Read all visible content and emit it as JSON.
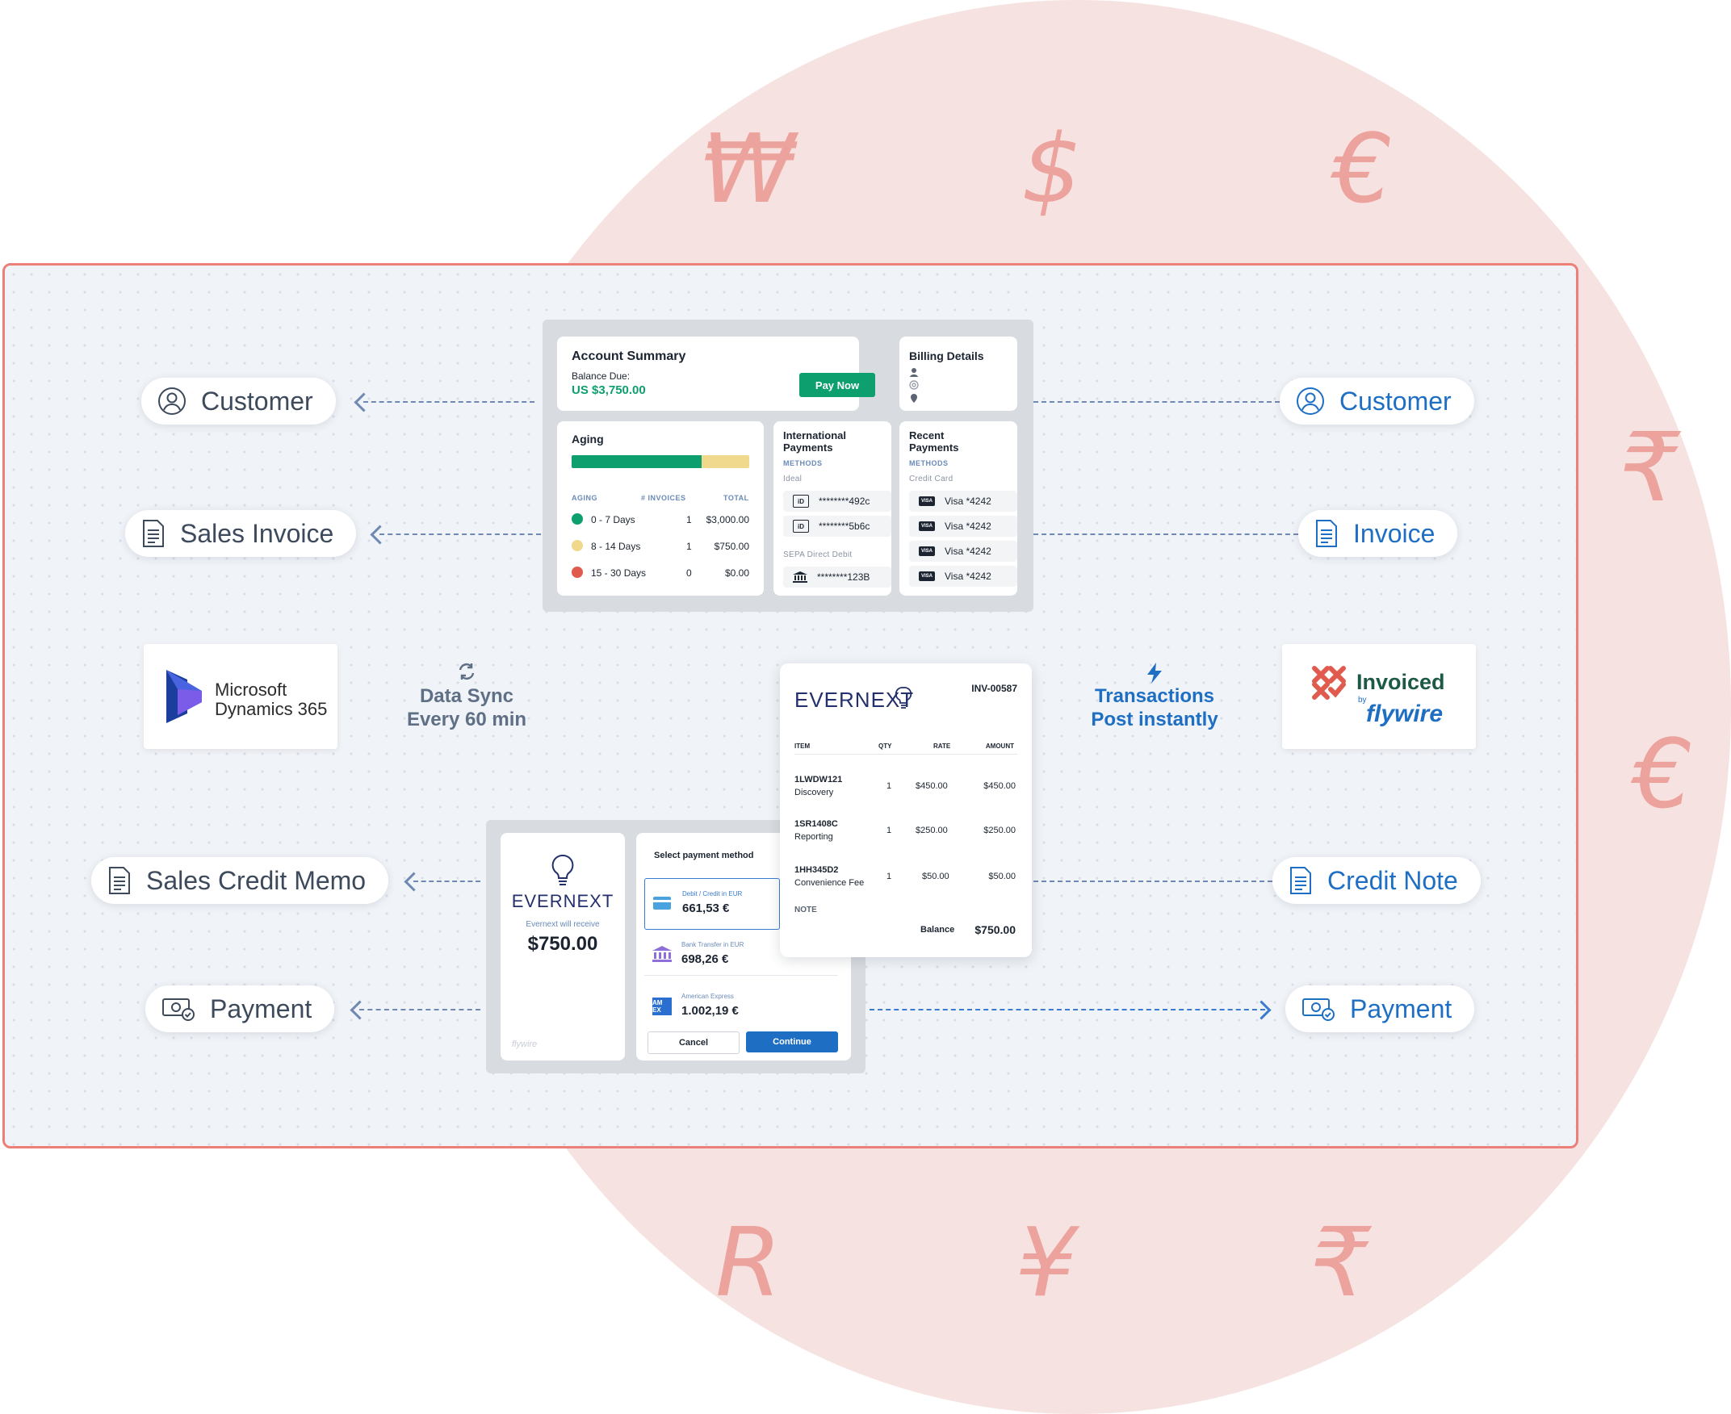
{
  "currencies": {
    "top": [
      "₩",
      "$",
      "€"
    ],
    "right": [
      "₹",
      "€"
    ],
    "bottom": [
      "R",
      "¥",
      "₹"
    ]
  },
  "left_items": [
    "Customer",
    "Sales Invoice",
    "Sales Credit Memo",
    "Payment"
  ],
  "right_items": [
    "Customer",
    "Invoice",
    "Credit Note",
    "Payment"
  ],
  "icons": {
    "customer": "user-circle-icon",
    "invoice": "document-icon",
    "payment": "money-icon"
  },
  "left_logo": {
    "line1": "Microsoft",
    "line2": "Dynamics 365"
  },
  "right_logo": {
    "brand": "Invoiced",
    "by": "by",
    "partner": "flywire"
  },
  "sync": {
    "line1": "Data Sync",
    "line2": "Every 60 min"
  },
  "transactions": {
    "line1": "Transactions",
    "line2": "Post instantly"
  },
  "colors": {
    "accent_blue": "#1e6fc4",
    "accent_green": "#0e9f6e",
    "accent_red": "#ec8078",
    "circle": "#f6e2e0"
  },
  "account_summary": {
    "title": "Account Summary",
    "balance_label": "Balance Due:",
    "balance_value": "US $3,750.00",
    "pay_now": "Pay Now"
  },
  "billing": {
    "title": "Billing Details"
  },
  "aging": {
    "title": "Aging",
    "green_fraction": 0.73,
    "headers": [
      "AGING",
      "# INVOICES",
      "TOTAL"
    ],
    "rows": [
      {
        "label": "0 - 7 Days",
        "count": "1",
        "total": "$3,000.00",
        "color": "#0e9f6e"
      },
      {
        "label": "8 - 14 Days",
        "count": "1",
        "total": "$750.00",
        "color": "#f0d88c"
      },
      {
        "label": "15 - 30 Days",
        "count": "0",
        "total": "$0.00",
        "color": "#e05b4d"
      }
    ]
  },
  "intl_payments": {
    "title_1": "International",
    "title_2": "Payments",
    "methods_label": "METHODS",
    "ideal_label": "Ideal",
    "ideal_items": [
      "********492c",
      "********5b6c"
    ],
    "sepa_label": "SEPA Direct Debit",
    "sepa_items": [
      "********123B"
    ]
  },
  "recent_payments": {
    "title_1": "Recent",
    "title_2": "Payments",
    "methods_label": "METHODS",
    "card_label": "Credit Card",
    "items": [
      "Visa *4242",
      "Visa *4242",
      "Visa *4242",
      "Visa *4242"
    ],
    "card_icon": "VISA"
  },
  "invoice": {
    "brand": "EVERNEXT",
    "number": "INV-00587",
    "headers": [
      "ITEM",
      "QTY",
      "RATE",
      "AMOUNT"
    ],
    "rows": [
      {
        "code": "1LWDW121",
        "desc": "Discovery",
        "qty": "1",
        "rate": "$450.00",
        "amount": "$450.00"
      },
      {
        "code": "1SR1408C",
        "desc": "Reporting",
        "qty": "1",
        "rate": "$250.00",
        "amount": "$250.00"
      },
      {
        "code": "1HH345D2",
        "desc": "Convenience Fee",
        "qty": "1",
        "rate": "$50.00",
        "amount": "$50.00"
      }
    ],
    "note_label": "NOTE",
    "balance_label": "Balance",
    "balance_value": "$750.00"
  },
  "payment_modal": {
    "brand": "EVERNEXT",
    "receive_label": "Evernext will receive",
    "amount": "$750.00",
    "footer": "flywire",
    "select_title": "Select payment method",
    "options": [
      {
        "label": "Debit / Credit in EUR",
        "amount": "661,53 €",
        "icon": "credit-card-icon"
      },
      {
        "label": "Bank Transfer in EUR",
        "amount": "698,26 €",
        "icon": "bank-icon"
      },
      {
        "label": "American Express",
        "amount": "1.002,19 €",
        "icon": "amex-icon"
      }
    ],
    "amex_text": "AM EX",
    "cancel": "Cancel",
    "continue": "Continue"
  }
}
